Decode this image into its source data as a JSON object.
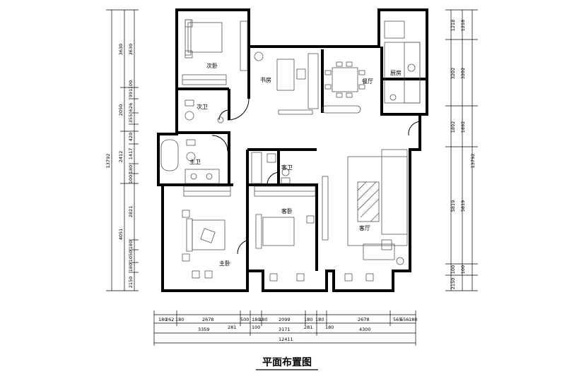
{
  "title": "平面布置图",
  "rooms": {
    "secondary_bedroom": "次卧",
    "study": "书房",
    "dining": "餐厅",
    "kitchen": "厨房",
    "secondary_bath": "次卫",
    "master_bath": "主卫",
    "guest_bath": "客卫",
    "guest_bedroom": "客卧",
    "living": "客厅",
    "master_bedroom": "主卧"
  },
  "dims": {
    "left_outer_total": "13792",
    "left_inner": [
      "3630",
      "2050",
      "2412",
      "4051"
    ],
    "left_small": [
      "991",
      "100",
      "626",
      "355",
      "420",
      "1417",
      "180",
      "100",
      "2821",
      "180",
      "1050",
      "180",
      "2150"
    ],
    "right_outer_total": "13792",
    "right_inner": [
      "1218",
      "3202",
      "1892",
      "5819"
    ],
    "right_small": [
      "100",
      "100",
      "2150"
    ],
    "bottom_total": "12411",
    "bottom_mid": [
      "3359",
      "3171",
      "4300"
    ],
    "bottom_top": [
      "2678",
      "2099",
      "2678"
    ],
    "bottom_small": [
      "180",
      "262",
      "180",
      "500",
      "180",
      "180",
      "281",
      "180",
      "565",
      "656",
      "180",
      "180",
      "100"
    ]
  }
}
